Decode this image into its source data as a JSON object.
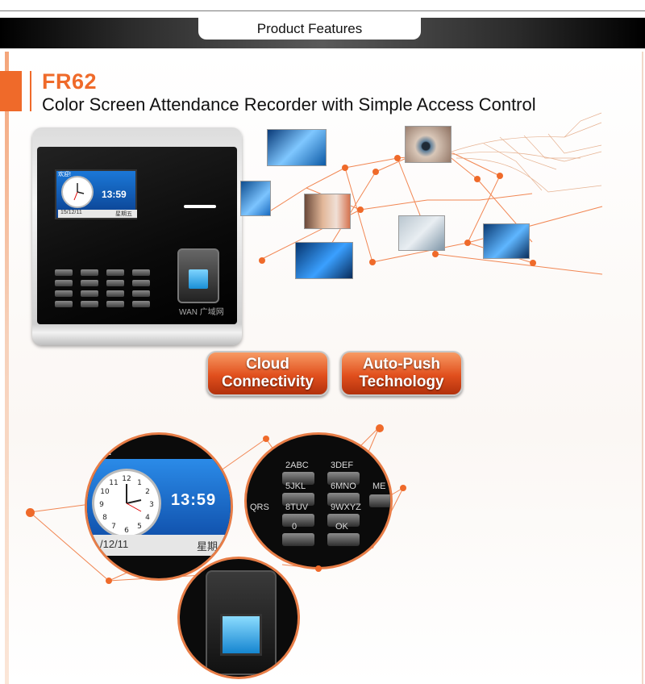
{
  "banner": {
    "title": "Product Features"
  },
  "product": {
    "model": "FR62",
    "subtitle": "Color Screen Attendance Recorder with Simple Access Control"
  },
  "device": {
    "screen_greeting": "欢迎!",
    "screen_time": "13:59",
    "screen_date": "15/12/11",
    "screen_weekday": "星期五",
    "label": "WAN 广域网"
  },
  "features": [
    {
      "label": "Cloud\nConnectivity"
    },
    {
      "label": "Auto-Push\nTechnology"
    }
  ],
  "zoom": {
    "screen_greeting": "迎!",
    "screen_time": "13:59",
    "screen_date": "/12/11",
    "screen_weekday": "星期",
    "keys": [
      "2ABC",
      "3DEF",
      "5JKL",
      "6MNO",
      "8TUV",
      "9WXYZ",
      "0",
      "OK",
      "ME",
      "QRS"
    ]
  },
  "colors": {
    "accent": "#ef6a2a",
    "banner_dark": "#000000",
    "screen_blue": "#1b78d8"
  }
}
